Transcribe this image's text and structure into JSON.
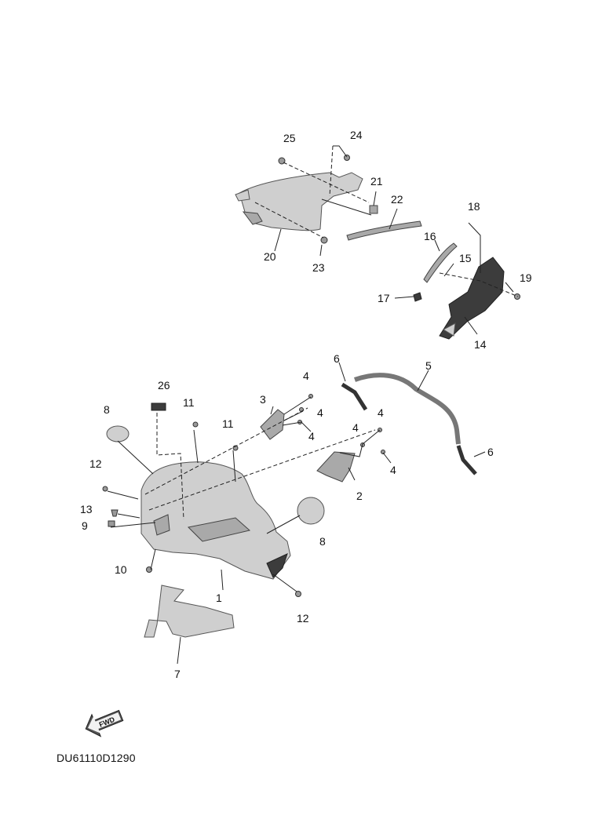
{
  "diagram": {
    "drawing_code": "DU61110D1290",
    "fwd_label": "FWD",
    "callouts": [
      "1",
      "2",
      "3",
      "4",
      "5",
      "6",
      "7",
      "8",
      "9",
      "10",
      "11",
      "12",
      "13",
      "14",
      "15",
      "16",
      "17",
      "18",
      "19",
      "20",
      "21",
      "22",
      "23",
      "24",
      "25",
      "26"
    ]
  }
}
